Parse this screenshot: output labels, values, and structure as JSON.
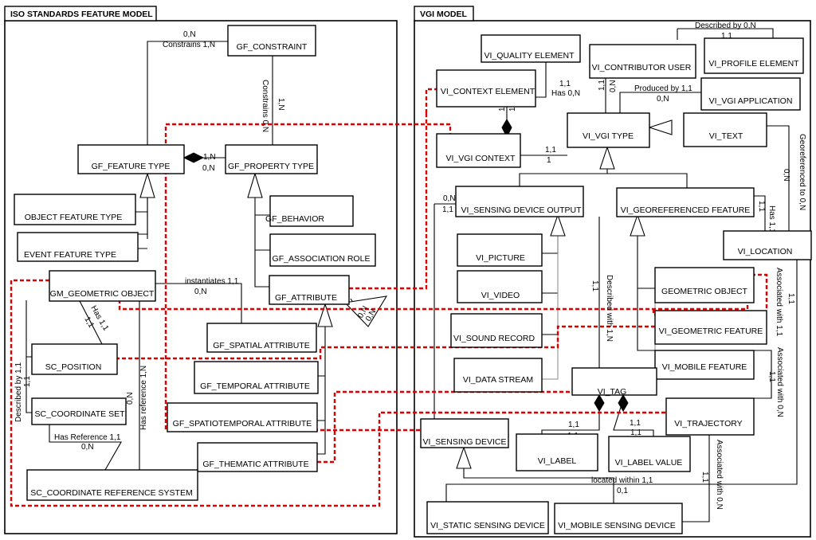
{
  "frames": {
    "iso": "ISO STANDARDS FEATURE MODEL",
    "vgi": "VGI MODEL"
  },
  "iso_classes": {
    "gf_constraint": "GF_CONSTRAINT",
    "gf_feature_type": "GF_FEATURE TYPE",
    "gf_property_type": "GF_PROPERTY TYPE",
    "object_feature_type": "OBJECT FEATURE TYPE",
    "event_feature_type": "EVENT FEATURE TYPE",
    "gf_behavior": "GF_BEHAVIOR",
    "gf_association_role": "GF_ASSOCIATION ROLE",
    "gm_geometric_object": "GM_GEOMETRIC OBJECT",
    "gf_attribute": "GF_ATTRIBUTE",
    "sc_position": "SC_POSITION",
    "gf_spatial_attribute": "GF_SPATIAL ATTRIBUTE",
    "gf_temporal_attribute": "GF_TEMPORAL ATTRIBUTE",
    "sc_coordinate_set": "SC_COORDINATE SET",
    "gf_spatiotemporal_attribute": "GF_SPATIOTEMPORAL ATTRIBUTE",
    "gf_thematic_attribute": "GF_THEMATIC ATTRIBUTE",
    "sc_crs": "SC_COORDINATE REFERENCE SYSTEM"
  },
  "vgi_classes": {
    "vi_quality_element": "VI_QUALITY ELEMENT",
    "vi_contributor_user": "VI_CONTRIBUTOR USER",
    "vi_profile_element": "VI_PROFILE ELEMENT",
    "vi_context_element": "VI_CONTEXT ELEMENT",
    "vi_vgi_application": "VI_VGI APPLICATION",
    "vi_vgi_context": "VI_VGI CONTEXT",
    "vi_vgi_type": "VI_VGI TYPE",
    "vi_text": "VI_TEXT",
    "vi_sensing_device_output": "VI_SENSING DEVICE OUTPUT",
    "vi_georeferenced_feature": "VI_GEOREFERENCED FEATURE",
    "vi_picture": "VI_PICTURE",
    "vi_location": "VI_LOCATION",
    "vi_video": "VI_VIDEO",
    "geometric_object": "GEOMETRIC OBJECT",
    "vi_sound_record": "VI_SOUND RECORD",
    "vi_geometric_feature": "VI_GEOMETRIC FEATURE",
    "vi_mobile_feature": "VI_MOBILE FEATURE",
    "vi_data_stream": "VI_DATA STREAM",
    "vi_tag": "VI_TAG",
    "vi_trajectory": "VI_TRAJECTORY",
    "vi_sensing_device": "VI_SENSING DEVICE",
    "vi_label": "VI_LABEL",
    "vi_label_value": "VI_LABEL VALUE",
    "vi_static_sensing_device": "VI_STATIC SENSING DEVICE",
    "vi_mobile_sensing_device": "VI_MOBILE SENSING DEVICE"
  },
  "relations": {
    "constrains_feature": "Constrains 1,N",
    "constrains_card": "0,N",
    "constrains_property": "Constrains 0,N",
    "constrains_property_card": "1,N",
    "feature_property_1n": "1,N",
    "feature_property_0n": "0,N",
    "instantiates": "instantiates 1,1",
    "instantiates_card": "0,N",
    "attribute_self_1": "0,N",
    "attribute_self_2": "0,N",
    "has_position": "Has 1,1",
    "has_position_card": "1,1",
    "described_by": "Described by 1,1",
    "described_by_card": "1,1",
    "has_reference_coord": "Has Reference 1,1",
    "has_reference_coord_card": "0,N",
    "has_reference_geom": "Has reference 1,N",
    "has_reference_geom_card": "0,N",
    "described_by_profile": "Described by 0,N",
    "described_by_profile_card": "1,1",
    "produced_by": "Produced by 1,1",
    "produced_by_card": "0,N",
    "quality_card": "1,1",
    "has_quality": "Has 0,N",
    "contributor_card_a": "1,1",
    "contributor_card_b": "0,N",
    "context_card_a": "1,1",
    "context_card_b": "1,1",
    "context_type_a": "1,1",
    "context_type_b": "1",
    "georeferenced_to": "Georeferenced to 0,N",
    "georeferenced_card": "0,N",
    "sensing_card_a": "0,N",
    "sensing_card_b": "1,1",
    "has_location": "Has 1,1",
    "has_location_card": "1,1",
    "described_with": "Described with 1,N",
    "described_with_card": "1,1",
    "associated_geom": "Associated with 1,1",
    "associated_geom_card": "1,1",
    "associated_mobile": "Associated with 0,N",
    "associated_mobile_card": "1,1",
    "tag_label_a": "1,1",
    "tag_label_b": "1,1",
    "tag_value_a": "1,1",
    "tag_value_b": "1,1",
    "located_within": "located within 1,1",
    "located_within_card": "0,1",
    "associated_traj": "Associated with 0,N",
    "associated_traj_card": "1,1"
  }
}
